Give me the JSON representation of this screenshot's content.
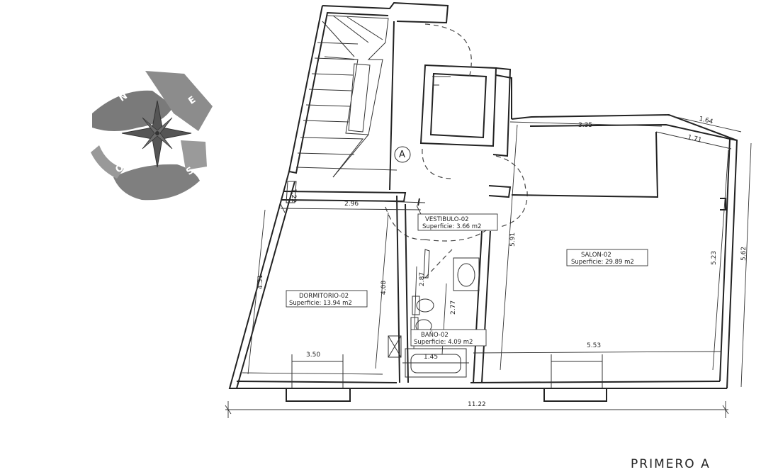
{
  "compass": {
    "n": "N",
    "e": "E",
    "s": "S",
    "o": "O"
  },
  "point_label": "A",
  "rooms": {
    "vestibulo": {
      "name": "VESTIBULO-02",
      "area": "Superficie: 3.66  m2"
    },
    "salon": {
      "name": "SALON-02",
      "area": "Superficie: 29.89  m2"
    },
    "dormitorio": {
      "name": "DORMITORIO-02",
      "area": "Superficie: 13.94  m2"
    },
    "bano": {
      "name": "BAÑO-02",
      "area": "Superficie: 4.09  m2"
    }
  },
  "dimensions": {
    "d296": "2.96",
    "d122": "1.22",
    "d431": "4.31",
    "d408": "4.08",
    "d287": "2.87",
    "d277": "2.77",
    "d591": "5.91",
    "d350": "3.50",
    "d145": "1.45",
    "d553": "5.53",
    "d523": "5.23",
    "d562": "5.62",
    "d335": "3.35",
    "d164": "1.64",
    "d171": "1.71",
    "d1122": "11.22"
  },
  "title": "PRIMERO  A"
}
